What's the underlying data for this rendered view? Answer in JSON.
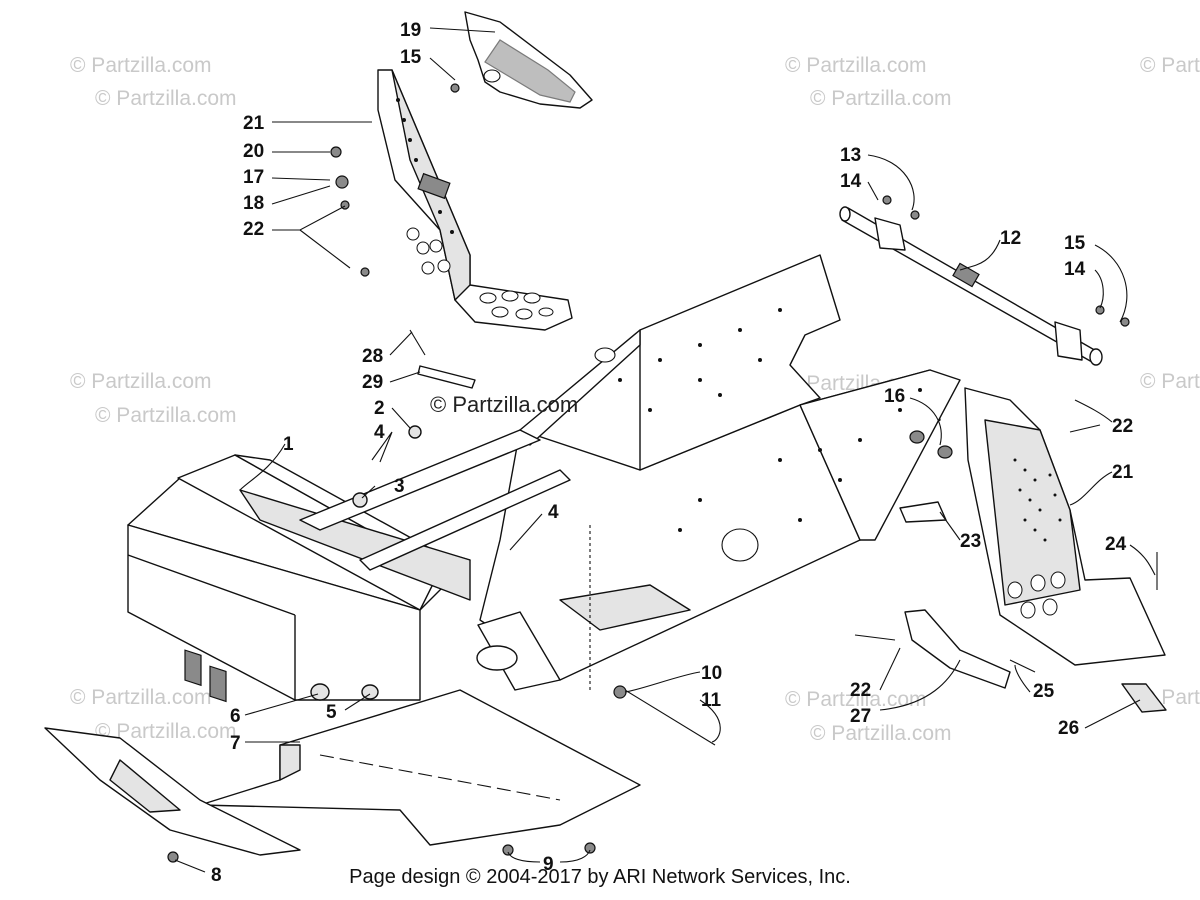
{
  "watermark": {
    "text": "© Partzilla.com",
    "center_text": "© Partzilla.com"
  },
  "footer": {
    "text": "Page design © 2004-2017 by ARI Network Services, Inc."
  },
  "callouts": [
    {
      "id": "c19",
      "label": "19"
    },
    {
      "id": "c15a",
      "label": "15"
    },
    {
      "id": "c21a",
      "label": "21"
    },
    {
      "id": "c20",
      "label": "20"
    },
    {
      "id": "c17",
      "label": "17"
    },
    {
      "id": "c18",
      "label": "18"
    },
    {
      "id": "c22a",
      "label": "22"
    },
    {
      "id": "c13",
      "label": "13"
    },
    {
      "id": "c14a",
      "label": "14"
    },
    {
      "id": "c12",
      "label": "12"
    },
    {
      "id": "c15b",
      "label": "15"
    },
    {
      "id": "c14b",
      "label": "14"
    },
    {
      "id": "c28",
      "label": "28"
    },
    {
      "id": "c29",
      "label": "29"
    },
    {
      "id": "c2",
      "label": "2"
    },
    {
      "id": "c4a",
      "label": "4"
    },
    {
      "id": "c1",
      "label": "1"
    },
    {
      "id": "c3",
      "label": "3"
    },
    {
      "id": "c4b",
      "label": "4"
    },
    {
      "id": "c16",
      "label": "16"
    },
    {
      "id": "c22b",
      "label": "22"
    },
    {
      "id": "c21b",
      "label": "21"
    },
    {
      "id": "c23",
      "label": "23"
    },
    {
      "id": "c24",
      "label": "24"
    },
    {
      "id": "c10",
      "label": "10"
    },
    {
      "id": "c11",
      "label": "11"
    },
    {
      "id": "c6",
      "label": "6"
    },
    {
      "id": "c5",
      "label": "5"
    },
    {
      "id": "c7",
      "label": "7"
    },
    {
      "id": "c22c",
      "label": "22"
    },
    {
      "id": "c27",
      "label": "27"
    },
    {
      "id": "c25",
      "label": "25"
    },
    {
      "id": "c26",
      "label": "26"
    },
    {
      "id": "c8",
      "label": "8"
    },
    {
      "id": "c9",
      "label": "9"
    }
  ]
}
